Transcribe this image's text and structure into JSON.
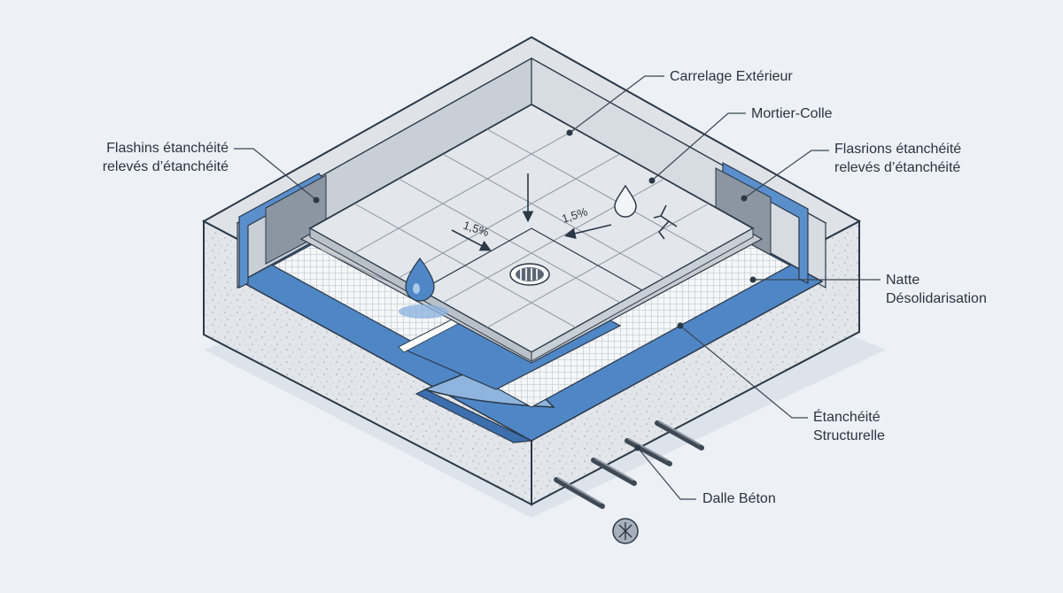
{
  "labels": {
    "carrelage": "Carrelage Extérieur",
    "mortier": "Mortier-Colle",
    "flashing_left_line1": "Flashins étanchéité",
    "flashing_left_line2": "relevés d’étanchéité",
    "flashing_right_line1": "Flasrions étanchéité",
    "flashing_right_line2": "relevés d’étanchéité",
    "natte_line1": "Natte",
    "natte_line2": "Désolidarisation",
    "etancheite_line1": "Étanchéité",
    "etancheite_line2": "Structurelle",
    "dalle": "Dalle Béton"
  },
  "slopes": {
    "left": "1,5%",
    "right": "1,5%"
  },
  "icons": [
    "water-drop-icon",
    "crack-icon",
    "drain-icon",
    "frost-icon",
    "rebar-icon"
  ],
  "colors": {
    "background": "#edf1f6",
    "concrete": "#dfe3e8",
    "membrane": "#4f86c6",
    "membrane_light": "#8fb5de",
    "tile": "#e3e7ec",
    "outline": "#2a3848",
    "leader": "#3a4654"
  }
}
